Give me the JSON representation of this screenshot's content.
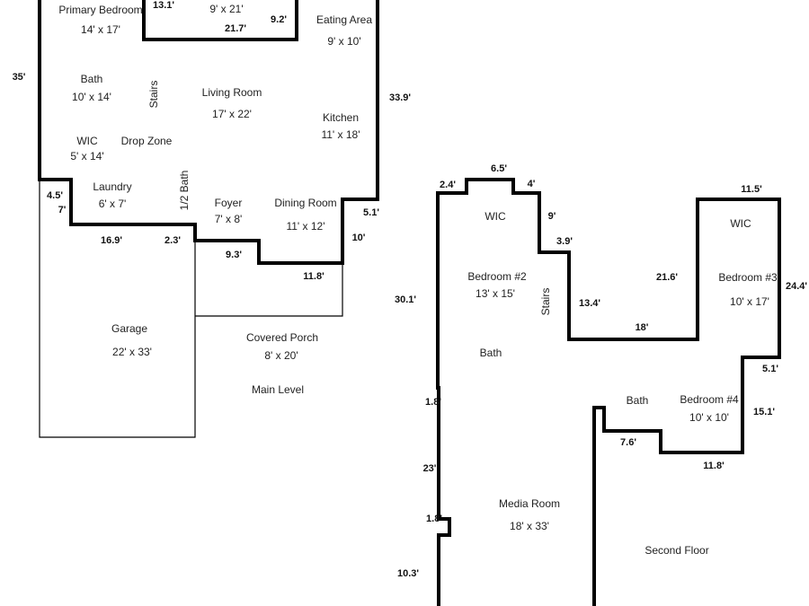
{
  "colors": {
    "wall": "#000000",
    "text": "#222222",
    "background": "#ffffff"
  },
  "main_level": {
    "label": "Main Level",
    "rooms": [
      {
        "id": "primary-bedroom",
        "name": "Primary Bedroom",
        "size": "14' x 17'"
      },
      {
        "id": "top-room",
        "name": "",
        "size": "9' x 21'"
      },
      {
        "id": "eating-area",
        "name": "Eating Area",
        "size": "9' x 10'"
      },
      {
        "id": "bath",
        "name": "Bath",
        "size": "10' x 14'"
      },
      {
        "id": "stairs",
        "name": "Stairs",
        "size": ""
      },
      {
        "id": "living-room",
        "name": "Living Room",
        "size": "17' x 22'"
      },
      {
        "id": "kitchen",
        "name": "Kitchen",
        "size": "11' x 18'"
      },
      {
        "id": "wic",
        "name": "WIC",
        "size": "5' x 14'"
      },
      {
        "id": "drop-zone",
        "name": "Drop Zone",
        "size": ""
      },
      {
        "id": "laundry",
        "name": "Laundry",
        "size": "6' x 7'"
      },
      {
        "id": "half-bath",
        "name": "1/2 Bath",
        "size": ""
      },
      {
        "id": "foyer",
        "name": "Foyer",
        "size": "7' x 8'"
      },
      {
        "id": "dining-room",
        "name": "Dining Room",
        "size": "11' x 12'"
      },
      {
        "id": "garage",
        "name": "Garage",
        "size": "22' x 33'"
      },
      {
        "id": "covered-porch",
        "name": "Covered Porch",
        "size": "8' x 20'"
      }
    ],
    "dimensions": [
      "13.1'",
      "21.7'",
      "9.2'",
      "35'",
      "33.9'",
      "4.5'",
      "7'",
      "16.9'",
      "2.3'",
      "9.3'",
      "11.8'",
      "5.1'",
      "10'"
    ]
  },
  "second_floor": {
    "label": "Second Floor",
    "rooms": [
      {
        "id": "wic-left",
        "name": "WIC",
        "size": ""
      },
      {
        "id": "bedroom-2",
        "name": "Bedroom #2",
        "size": "13' x 15'"
      },
      {
        "id": "stairs",
        "name": "Stairs",
        "size": ""
      },
      {
        "id": "wic-right",
        "name": "WIC",
        "size": ""
      },
      {
        "id": "bedroom-3",
        "name": "Bedroom #3",
        "size": "10' x 17'"
      },
      {
        "id": "bath-left",
        "name": "Bath",
        "size": ""
      },
      {
        "id": "bath-right",
        "name": "Bath",
        "size": ""
      },
      {
        "id": "bedroom-4",
        "name": "Bedroom #4",
        "size": "10' x 10'"
      },
      {
        "id": "media-room",
        "name": "Media Room",
        "size": "18' x 33'"
      }
    ],
    "dimensions": [
      "2.4'",
      "6.5'",
      "4'",
      "9'",
      "3.9'",
      "13.4'",
      "21.6'",
      "18'",
      "11.5'",
      "24.4'",
      "5.1'",
      "15.1'",
      "30.1'",
      "7.6'",
      "11.8'",
      "1.8'",
      "23'",
      "1.8'",
      "10.3'"
    ]
  }
}
